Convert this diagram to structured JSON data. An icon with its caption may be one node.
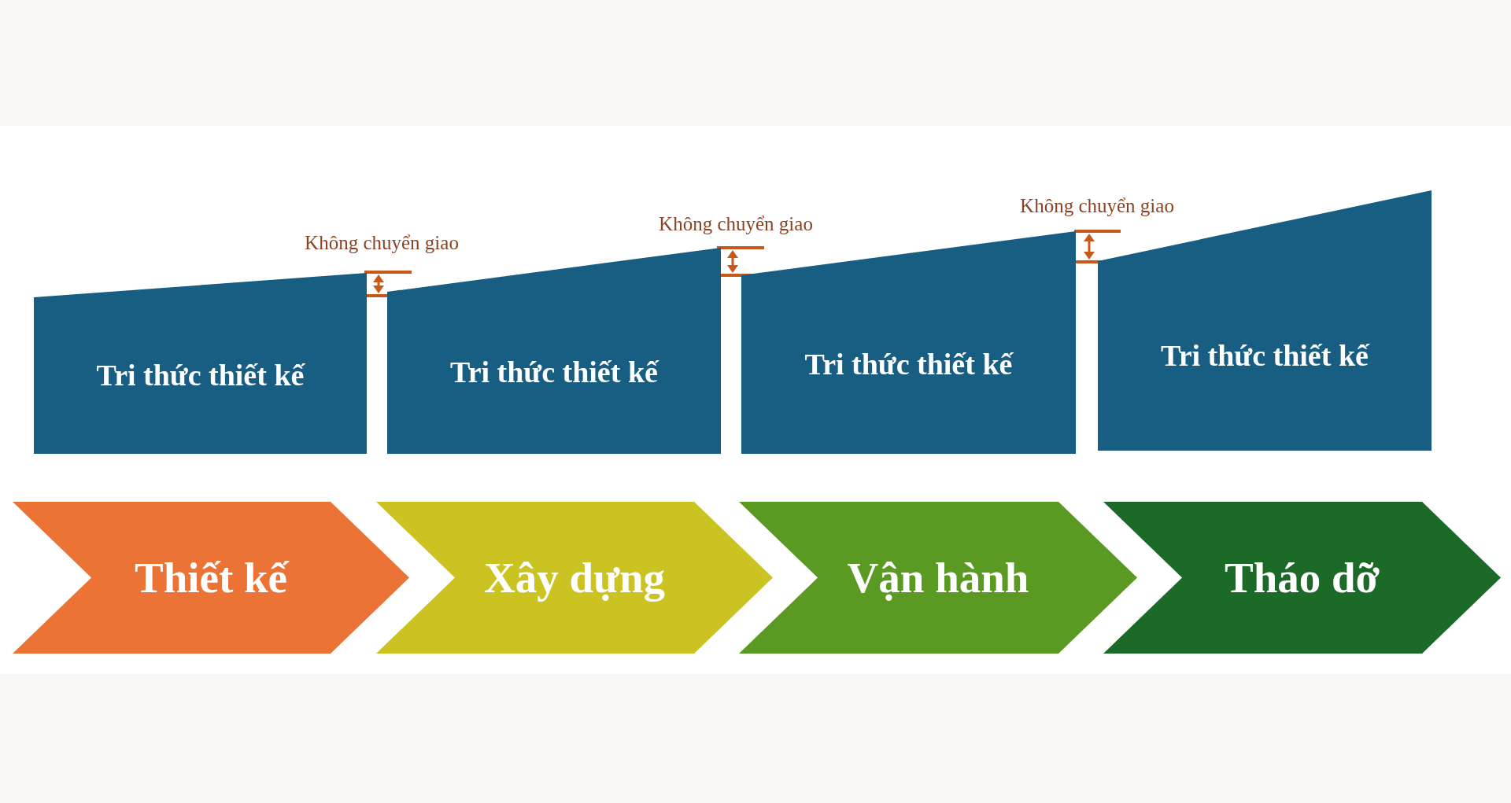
{
  "diagram": {
    "nodes": [
      {
        "text": [
          "Tri thức thiết kế"
        ]
      },
      {
        "text": [
          "Tri thức thiết kế"
        ]
      },
      {
        "text": [
          "Tri thức thiết kế"
        ]
      },
      {
        "text": [
          "Tri thức thiết kế"
        ]
      },
      {
        "text": [
          "Thiết kế"
        ]
      },
      {
        "text": [
          "Xây dựng"
        ]
      },
      {
        "text": [
          "Vận hành"
        ]
      },
      {
        "text": [
          "Tháo dỡ"
        ]
      }
    ],
    "labels": [
      "Không chuyển giao",
      "Không chuyển giao",
      "Không chuyển giao"
    ]
  }
}
